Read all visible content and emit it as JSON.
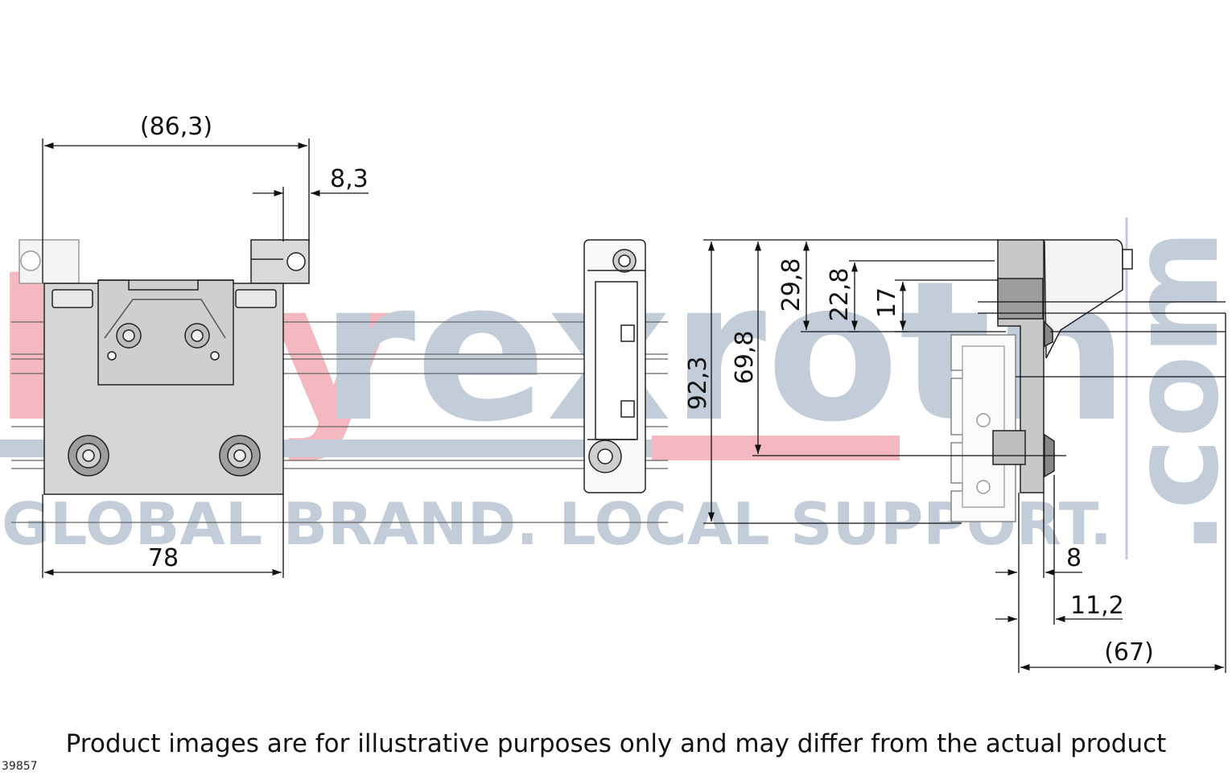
{
  "watermark": {
    "brand_part1": "buy",
    "brand_part2": "rexroth",
    "brand_suffix": ".com",
    "slogan": "GLOBAL BRAND. LOCAL SUPPORT.",
    "colors": {
      "red": "#f3b8c0",
      "grey": "#c3ccd9"
    }
  },
  "dimensions": {
    "front_width_overall": "(86,3)",
    "front_offset": "8,3",
    "front_base_width": "78",
    "height_overall": "92,3",
    "height_mid": "69,8",
    "height_top": "29,8",
    "height_upper": "22,8",
    "height_small": "17",
    "side_offset_small": "8",
    "side_offset_mid": "11,2",
    "side_depth_overall": "(67)"
  },
  "disclaimer": "Product images are for illustrative purposes only and may differ from the actual product",
  "part_number": "39857"
}
